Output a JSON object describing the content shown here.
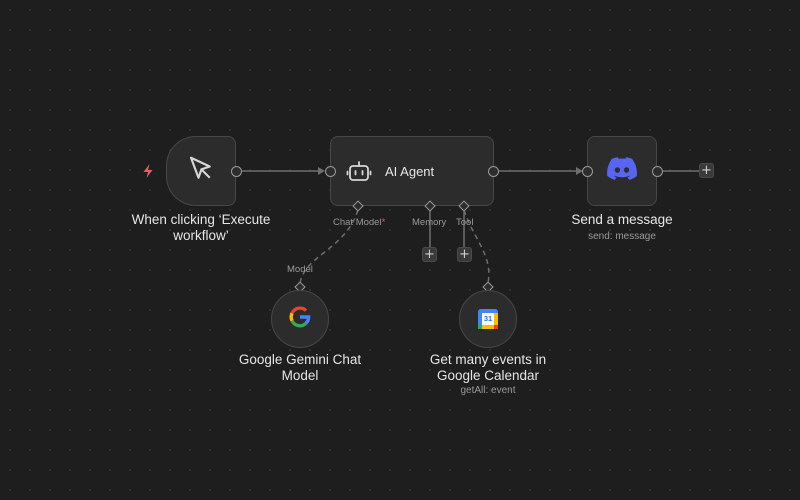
{
  "canvas": {
    "colors": {
      "background": "#1e1e1e",
      "node_fill": "#2c2c2c",
      "node_border": "#474747",
      "wire": "#6e6e6e",
      "trigger_bolt": "#e0605e",
      "discord_blurple": "#5865f2"
    }
  },
  "nodes": {
    "trigger": {
      "title_line1": "When clicking ‘Execute",
      "title_line2": "workflow’",
      "icon": "mouse-pointer-icon",
      "badge_icon": "lightning-bolt-icon"
    },
    "ai_agent": {
      "title": "AI Agent",
      "icon": "robot-icon",
      "ports": {
        "chat_model": "Chat Model",
        "required_mark": "*",
        "memory": "Memory",
        "tool": "Tool"
      }
    },
    "send_message": {
      "title": "Send a message",
      "subtitle": "send: message",
      "icon": "discord-icon"
    },
    "gemini": {
      "title_line1": "Google Gemini Chat",
      "title_line2": "Model",
      "port_label": "Model",
      "icon": "google-g-icon"
    },
    "calendar": {
      "title_line1": "Get many events in",
      "title_line2": "Google Calendar",
      "subtitle": "getAll: event",
      "icon": "google-calendar-icon",
      "icon_text": "31"
    }
  },
  "buttons": {
    "add_label": "+"
  }
}
